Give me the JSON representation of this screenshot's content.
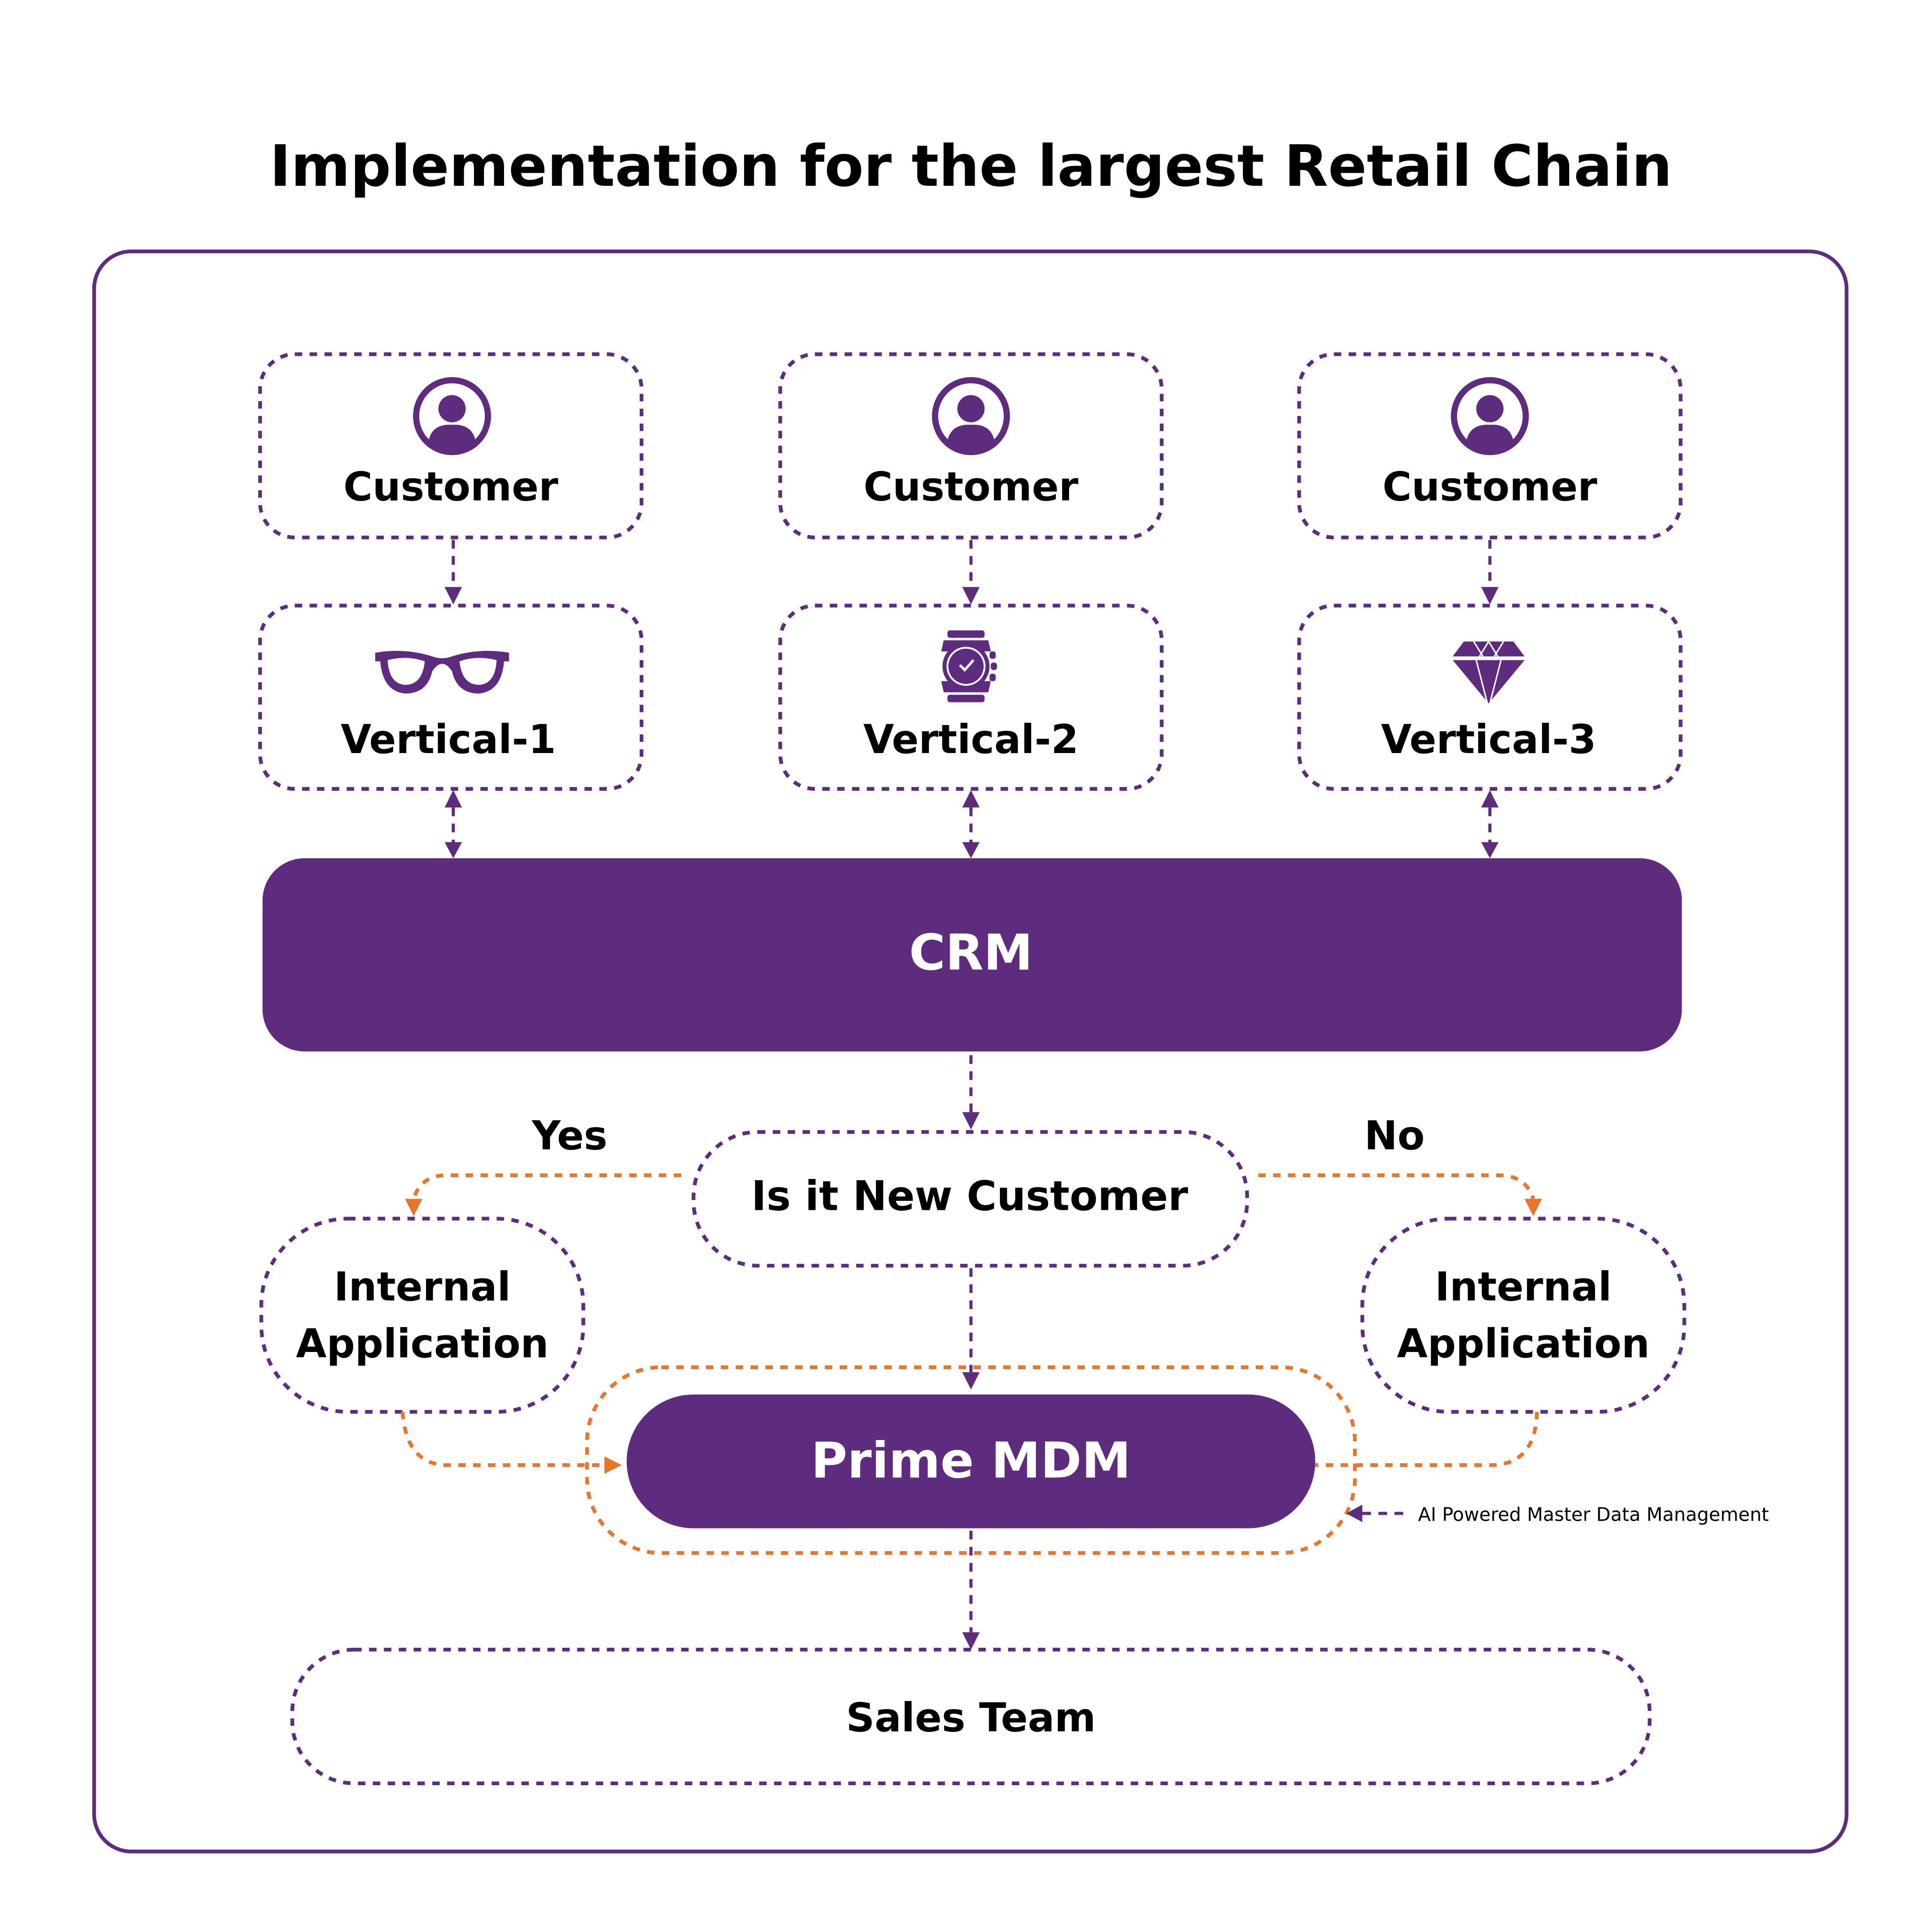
{
  "title": "Implementation for the largest Retail Chain",
  "colors": {
    "primary": "#5e2c7f",
    "accent": "#e8752a",
    "text": "#000000",
    "background": "#ffffff"
  },
  "customers": [
    {
      "label": "Customer",
      "icon": "user-circle-icon"
    },
    {
      "label": "Customer",
      "icon": "user-circle-icon"
    },
    {
      "label": "Customer",
      "icon": "user-circle-icon"
    }
  ],
  "verticals": [
    {
      "label": "Vertical-1",
      "icon": "eyeglasses-icon"
    },
    {
      "label": "Vertical-2",
      "icon": "wristwatch-icon"
    },
    {
      "label": "Vertical-3",
      "icon": "diamond-icon"
    }
  ],
  "crm": {
    "label": "CRM"
  },
  "decision": {
    "label": "Is it New Customer",
    "yes_label": "Yes",
    "no_label": "No"
  },
  "internal_apps": [
    {
      "line1": "Internal",
      "line2": "Application"
    },
    {
      "line1": "Internal",
      "line2": "Application"
    }
  ],
  "mdm": {
    "label": "Prime MDM",
    "annotation": "AI Powered Master Data Management"
  },
  "sales": {
    "label": "Sales Team"
  }
}
